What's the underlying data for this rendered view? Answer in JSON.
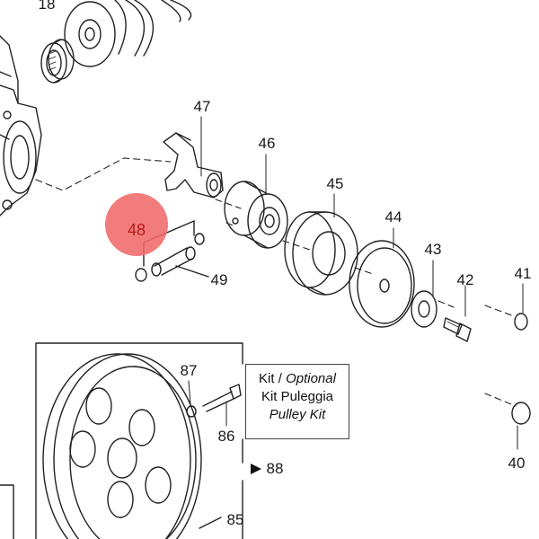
{
  "highlight": {
    "label": "48",
    "color": "#f06a6a",
    "text_color": "#b81c1c"
  },
  "part_labels": {
    "p18": "18",
    "p47": "47",
    "p46": "46",
    "p45": "45",
    "p44": "44",
    "p43": "43",
    "p42": "42",
    "p41": "41",
    "p40": "40",
    "p49": "49",
    "p87": "87",
    "p86": "86",
    "p88": "88",
    "p85": "85"
  },
  "kit_box": {
    "line1_a": "Kit / ",
    "line1_b": "Optional",
    "line2": "Kit Puleggia",
    "line3": "Pulley Kit"
  },
  "icons": {
    "pointer": "triangle-right-icon"
  }
}
